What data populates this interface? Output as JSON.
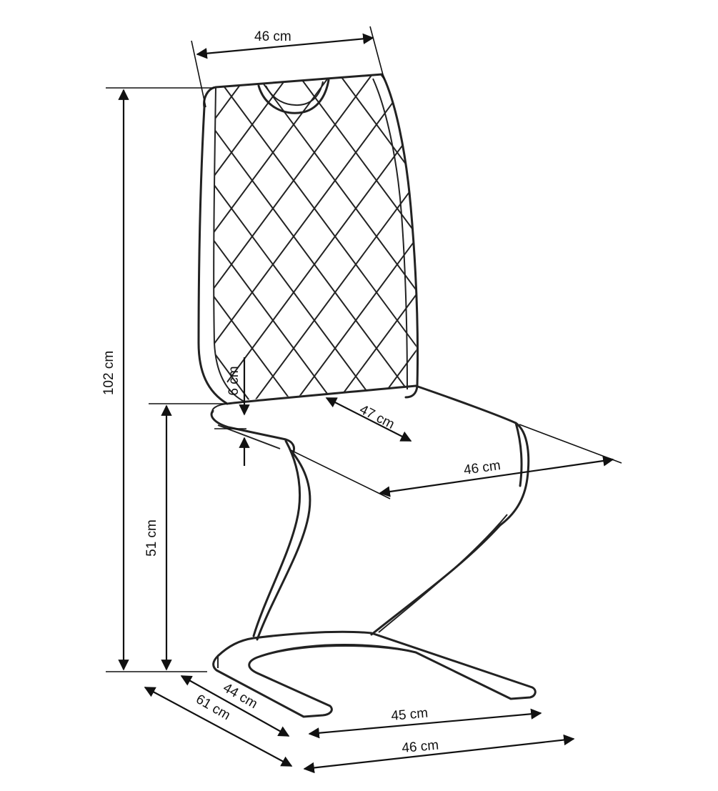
{
  "dimensions": {
    "back_width": "46 cm",
    "total_height": "102 cm",
    "seat_height": "51 cm",
    "seat_thickness": "6 cm",
    "seat_depth": "47 cm",
    "seat_width": "46 cm",
    "base_depth_inner": "44 cm",
    "total_depth": "61 cm",
    "base_width_inner": "45 cm",
    "total_width": "46 cm"
  },
  "colors": {
    "line": "#222222",
    "background": "#ffffff"
  }
}
